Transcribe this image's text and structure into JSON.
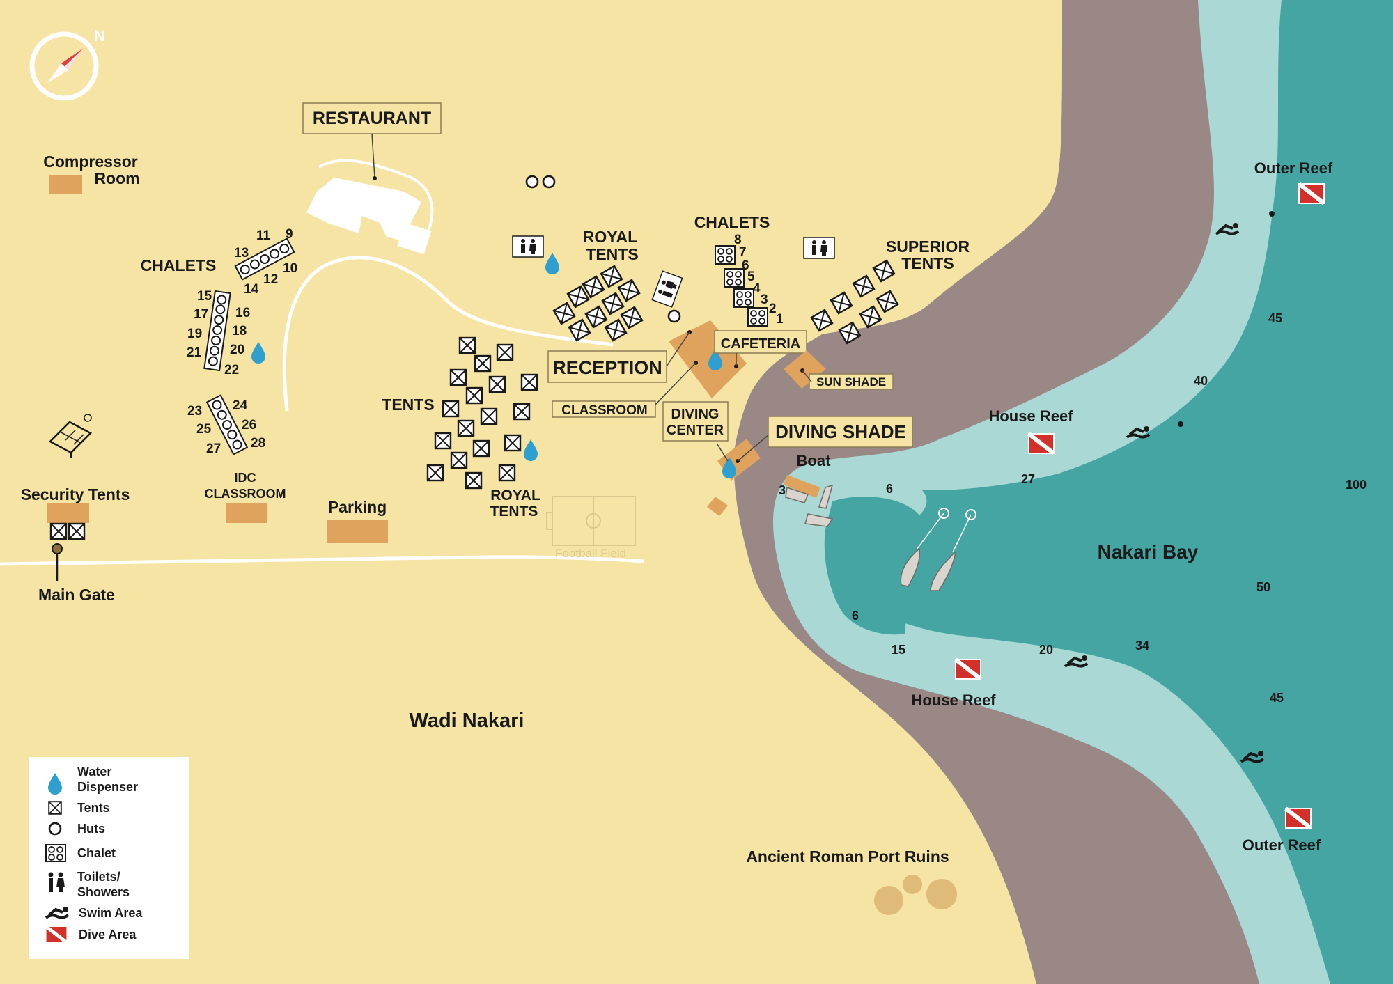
{
  "map": {
    "compass_letter": "N",
    "areas": {
      "land": "Wadi Nakari",
      "bay": "Nakari Bay",
      "ruins": "Ancient Roman Port Ruins"
    },
    "buildings": {
      "restaurant": "RESTAURANT",
      "compressor_line1": "Compressor",
      "compressor_line2": "Room",
      "chalets_west": "CHALETS",
      "chalets_east": "CHALETS",
      "royal_tents_north_1": "ROYAL",
      "royal_tents_north_2": "TENTS",
      "royal_tents_south_1": "ROYAL",
      "royal_tents_south_2": "TENTS",
      "superior_tents_1": "SUPERIOR",
      "superior_tents_2": "TENTS",
      "tents": "TENTS",
      "cafeteria": "CAFETERIA",
      "reception": "RECEPTION",
      "classroom": "CLASSROOM",
      "sun_shade": "SUN SHADE",
      "diving_center_1": "DIVING",
      "diving_center_2": "CENTER",
      "diving_shade": "DIVING SHADE",
      "boat": "Boat",
      "security_tents": "Security Tents",
      "idc_classroom_1": "IDC",
      "idc_classroom_2": "CLASSROOM",
      "parking": "Parking",
      "football_field": "Football Field",
      "main_gate": "Main Gate"
    },
    "reefs": {
      "outer_reef_north": "Outer Reef",
      "outer_reef_south": "Outer Reef",
      "house_reef_north": "House Reef",
      "house_reef_south": "House Reef"
    },
    "chalet_numbers_west": [
      "9",
      "10",
      "11",
      "12",
      "13",
      "14",
      "15",
      "16",
      "17",
      "18",
      "19",
      "20",
      "21",
      "22",
      "23",
      "24",
      "25",
      "26",
      "27",
      "28"
    ],
    "chalet_numbers_east": [
      "8",
      "7",
      "6",
      "5",
      "4",
      "3",
      "2",
      "1"
    ],
    "depths": [
      "45",
      "40",
      "27",
      "6",
      "100",
      "50",
      "6",
      "15",
      "20",
      "34",
      "45",
      "3"
    ]
  },
  "legend": {
    "items": [
      {
        "icon": "water-drop-icon",
        "label_1": "Water",
        "label_2": "Dispenser"
      },
      {
        "icon": "tent-icon",
        "label_1": "Tents",
        "label_2": ""
      },
      {
        "icon": "hut-icon",
        "label_1": "Huts",
        "label_2": ""
      },
      {
        "icon": "chalet-icon",
        "label_1": "Chalet",
        "label_2": ""
      },
      {
        "icon": "toilet-icon",
        "label_1": "Toilets/",
        "label_2": "Showers"
      },
      {
        "icon": "swimmer-icon",
        "label_1": "Swim Area",
        "label_2": ""
      },
      {
        "icon": "dive-flag-icon",
        "label_1": "Dive Area",
        "label_2": ""
      }
    ]
  },
  "colors": {
    "land": "#f5e4a3",
    "beach": "#9a8886",
    "shallow_water": "#a9d8d5",
    "deep_water": "#45a5a2",
    "building": "#dfa35e",
    "dive_flag": "#d4302a"
  }
}
